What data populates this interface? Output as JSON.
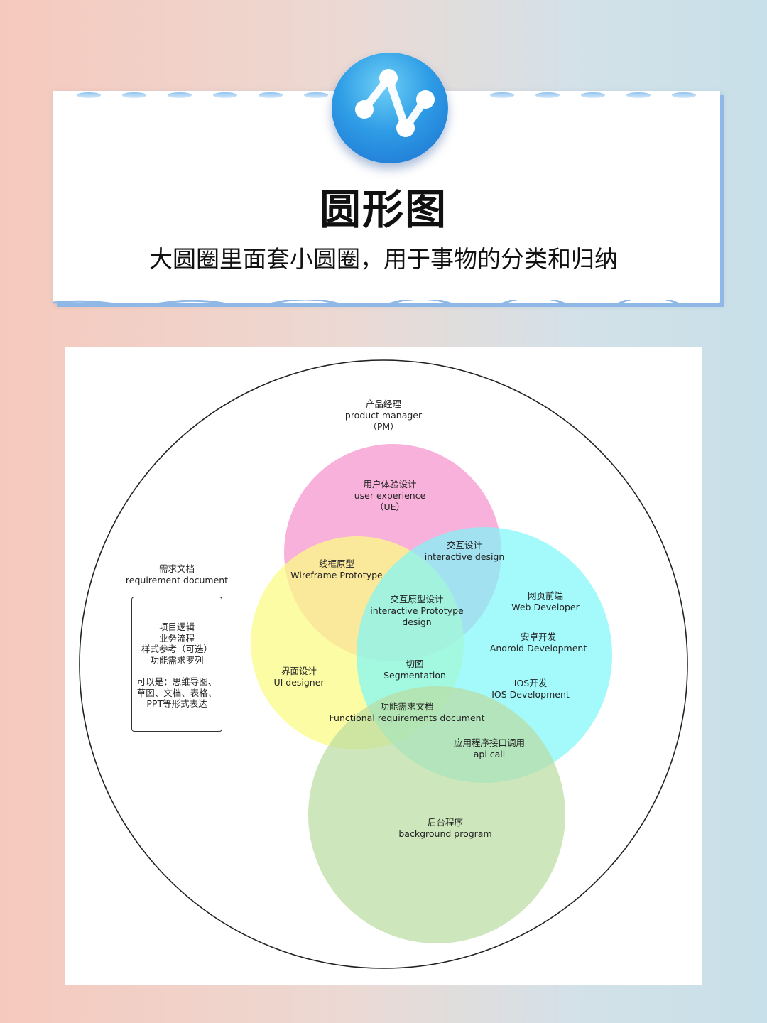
{
  "header": {
    "logo_icon": "network-line-icon",
    "title": "圆形图",
    "subtitle": "大圆圈里面套小圆圈，用于事物的分类和归纳"
  },
  "diagram": {
    "outer_label": [
      "产品经理",
      "product manager",
      "（PM）"
    ],
    "requirement_label": [
      "需求文档",
      "requirement document"
    ],
    "requirement_box": {
      "lines": [
        "项目逻辑",
        "业务流程",
        "样式参考（可选）",
        "功能需求罗列"
      ],
      "note": [
        "可以是：思维导图、",
        "草图、文档、表格、",
        "PPT等形式表达"
      ]
    },
    "circles": [
      {
        "name": "ue",
        "color": "#f7a3d3"
      },
      {
        "name": "ui",
        "color": "#fbfb85"
      },
      {
        "name": "dev",
        "color": "#7ef6fa"
      },
      {
        "name": "backend",
        "color": "#b9dc9f"
      }
    ],
    "labels": {
      "ue": [
        "用户体验设计",
        "user experience",
        "（UE）"
      ],
      "wireframe": [
        "线框原型",
        "Wireframe Prototype"
      ],
      "interactive": [
        "交互设计",
        "interactive design"
      ],
      "proto": [
        "交互原型设计",
        "interactive Prototype",
        "design"
      ],
      "web": [
        "网页前端",
        "Web Developer"
      ],
      "android": [
        "安卓开发",
        "Android Development"
      ],
      "ios": [
        "IOS开发",
        "IOS Development"
      ],
      "ui": [
        "界面设计",
        "UI designer"
      ],
      "seg": [
        "切图",
        "Segmentation"
      ],
      "frd": [
        "功能需求文档",
        "Functional requirements document"
      ],
      "api": [
        "应用程序接口调用",
        "api call"
      ],
      "backend": [
        "后台程序",
        "background program"
      ]
    }
  }
}
